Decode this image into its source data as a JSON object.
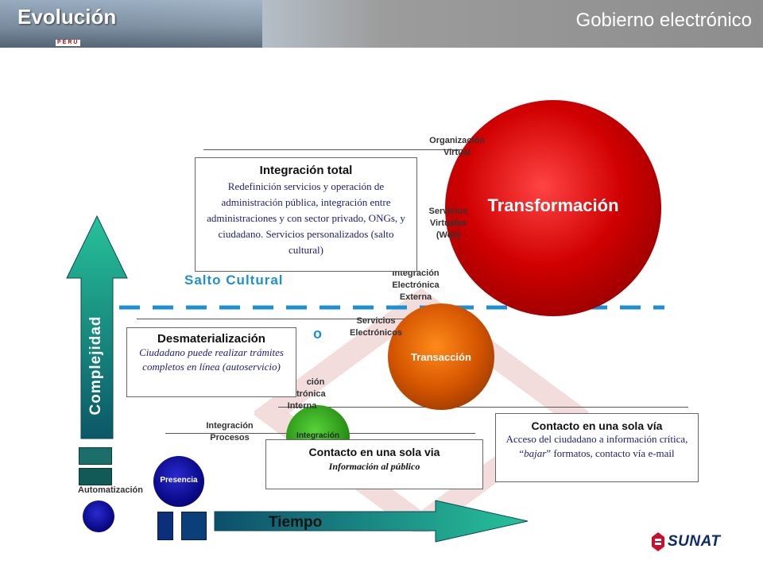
{
  "header": {
    "title": "Evolución",
    "country_tag": "PERU",
    "right_title": "Gobierno electrónico"
  },
  "axes": {
    "y_label": "Complejidad",
    "x_label": "Tiempo"
  },
  "dividers": {
    "salto_cultural": "Salto Cultural",
    "partial_label": "o"
  },
  "stages": [
    {
      "id": "automatizacion",
      "label": "Automatización"
    },
    {
      "id": "presencia",
      "label": "Presencia"
    },
    {
      "id": "integracion",
      "label": "Integración"
    },
    {
      "id": "transaccion",
      "label": "Transacción"
    },
    {
      "id": "transformacion",
      "label": "Transformación"
    }
  ],
  "side_labels": {
    "organizacion_virtual": [
      "Organización",
      "Virtual"
    ],
    "servicios_virtuales": [
      "Servicios",
      "Virtuales",
      "(Web)"
    ],
    "integracion_externa": [
      "Integración",
      "Electrónica",
      "Externa"
    ],
    "servicios_electronicos": [
      "Servicios",
      "Electrónicos"
    ],
    "integracion_interna": [
      "ción",
      "Electrónica",
      "Interna"
    ],
    "integracion_procesos": [
      "Integración",
      "Procesos"
    ]
  },
  "boxes": {
    "integracion_total": {
      "title": "Integración total",
      "body": "Redefinición servicios y operación de administración pública, integración entre administraciones y con sector privado, ONGs, y ciudadano. Servicios personalizados (salto cultural)"
    },
    "desmaterializacion": {
      "title": "Desmaterialización",
      "body": "Ciudadano puede realizar trámites completos en línea (autoservicio)"
    },
    "contacto_via": {
      "title": "Contacto en una sola via",
      "body": "Información al público"
    },
    "contacto_via_acento": {
      "title": "Contacto en una sola vía",
      "body_pre": "Acceso del ciudadano a información crítica, “",
      "body_em": "bajar",
      "body_post": "” formatos, contacto vía e-mail"
    }
  },
  "logo": {
    "text": "SUNAT"
  },
  "colors": {
    "transformacion": "#cc0000",
    "transaccion": "#cc5500",
    "integracion": "#2e9a1a",
    "presencia": "#0a0a8a",
    "automatizacion": "#0a0a8a",
    "dash": "#1e8fd0",
    "salto": "#1e8fd0",
    "arrow_teal": "#1fa98a",
    "arrow_dark": "#0c5a6e"
  }
}
